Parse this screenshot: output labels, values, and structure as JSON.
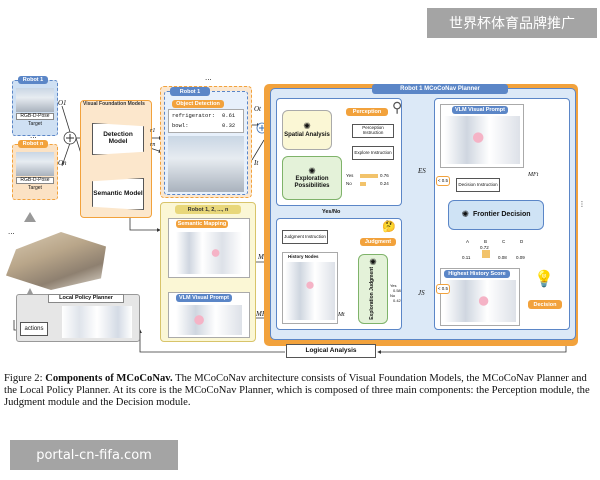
{
  "watermarks": {
    "top": "世界杯体育品牌推广",
    "bottom": "portal-cn-fifa.com"
  },
  "robots_left": [
    {
      "title": "Robot 1",
      "pose": "RGB-D-Pose",
      "target": "Target",
      "obs": "O1"
    },
    {
      "title": "Robot n",
      "pose": "RGB-D-Pose",
      "target": "Target",
      "obs": "On"
    }
  ],
  "vfm": {
    "title": "Visual Foundation Models",
    "detection": "Detection Model",
    "semantic": "Semantic Model"
  },
  "robot1_top": {
    "title": "Robot 1",
    "object_detection": "Object Detection",
    "items": [
      {
        "name": "refrigerator:",
        "score": "0.61"
      },
      {
        "name": "bowl:",
        "score": "0.32"
      }
    ]
  },
  "symbols": {
    "o_t": "Ot",
    "i_t": "It",
    "m_t": "Mt",
    "mf_t": "MFt",
    "mf_t2": "MFt",
    "m_t2": "Mt",
    "es": "ES",
    "js": "JS",
    "r1": "r1",
    "rn": "rn",
    "ellipsis": "..."
  },
  "robot_group": {
    "title": "Robot 1, 2, ..., n",
    "semantic_mapping": "Semantic Mapping",
    "vlm_prompt": "VLM Visual Prompt"
  },
  "local_planner": {
    "title": "Local Policy Planner",
    "actions": "actions"
  },
  "planner": {
    "title": "Robot 1 MCoCoNav Planner"
  },
  "perception": {
    "title": "Perception",
    "spatial": "Spatial Analysis",
    "exploration": "Exploration Possibilities",
    "perception_instr": "Perception Instruction",
    "explore_instr": "Explore Instruction",
    "yes": "Yes",
    "yes_val": "0.76",
    "no": "No",
    "no_val": "0.24"
  },
  "yes_no": "Yes/No",
  "judgment": {
    "title": "Judgment",
    "instr": "Judgment Instruction",
    "history": "History Nodes",
    "exploration": "Exploration Judgment",
    "yes": "Yes",
    "yes_val": "0.58",
    "no": "No",
    "no_val": "0.42"
  },
  "decision": {
    "vlm_prompt": "VLM Visual Prompt",
    "instr": "Decision Instruction",
    "frontier": "Frontier Decision",
    "choices": [
      {
        "l": "A",
        "v": "0.11"
      },
      {
        "l": "B",
        "v": "0.72"
      },
      {
        "l": "C",
        "v": "0.08"
      },
      {
        "l": "D",
        "v": "0.09"
      }
    ],
    "highest": "Highest History Score",
    "tag": "Decision",
    "thresh_top": "< 0.5",
    "thresh_bot": "< 0.5"
  },
  "logical": "Logical Analysis",
  "caption": {
    "fig": "Figure 2:",
    "bold": "Components of MCoCoNav.",
    "text": " The MCoCoNav architecture consists of Visual Foundation Models, the MCoCoNav Planner and the Local Policy Planner. At its core is the MCoCoNav Planner, which is composed of three main components: the Perception module, the Judgment module and the Decision module."
  },
  "colors": {
    "blue_hdr": "#5b86c7",
    "orange": "#f2a23c",
    "yellow_bg": "#fbf7d5",
    "green_bg": "#e4f2d9",
    "blue_bg": "#e7f0fb",
    "planner_bg": "#dce9f7"
  }
}
